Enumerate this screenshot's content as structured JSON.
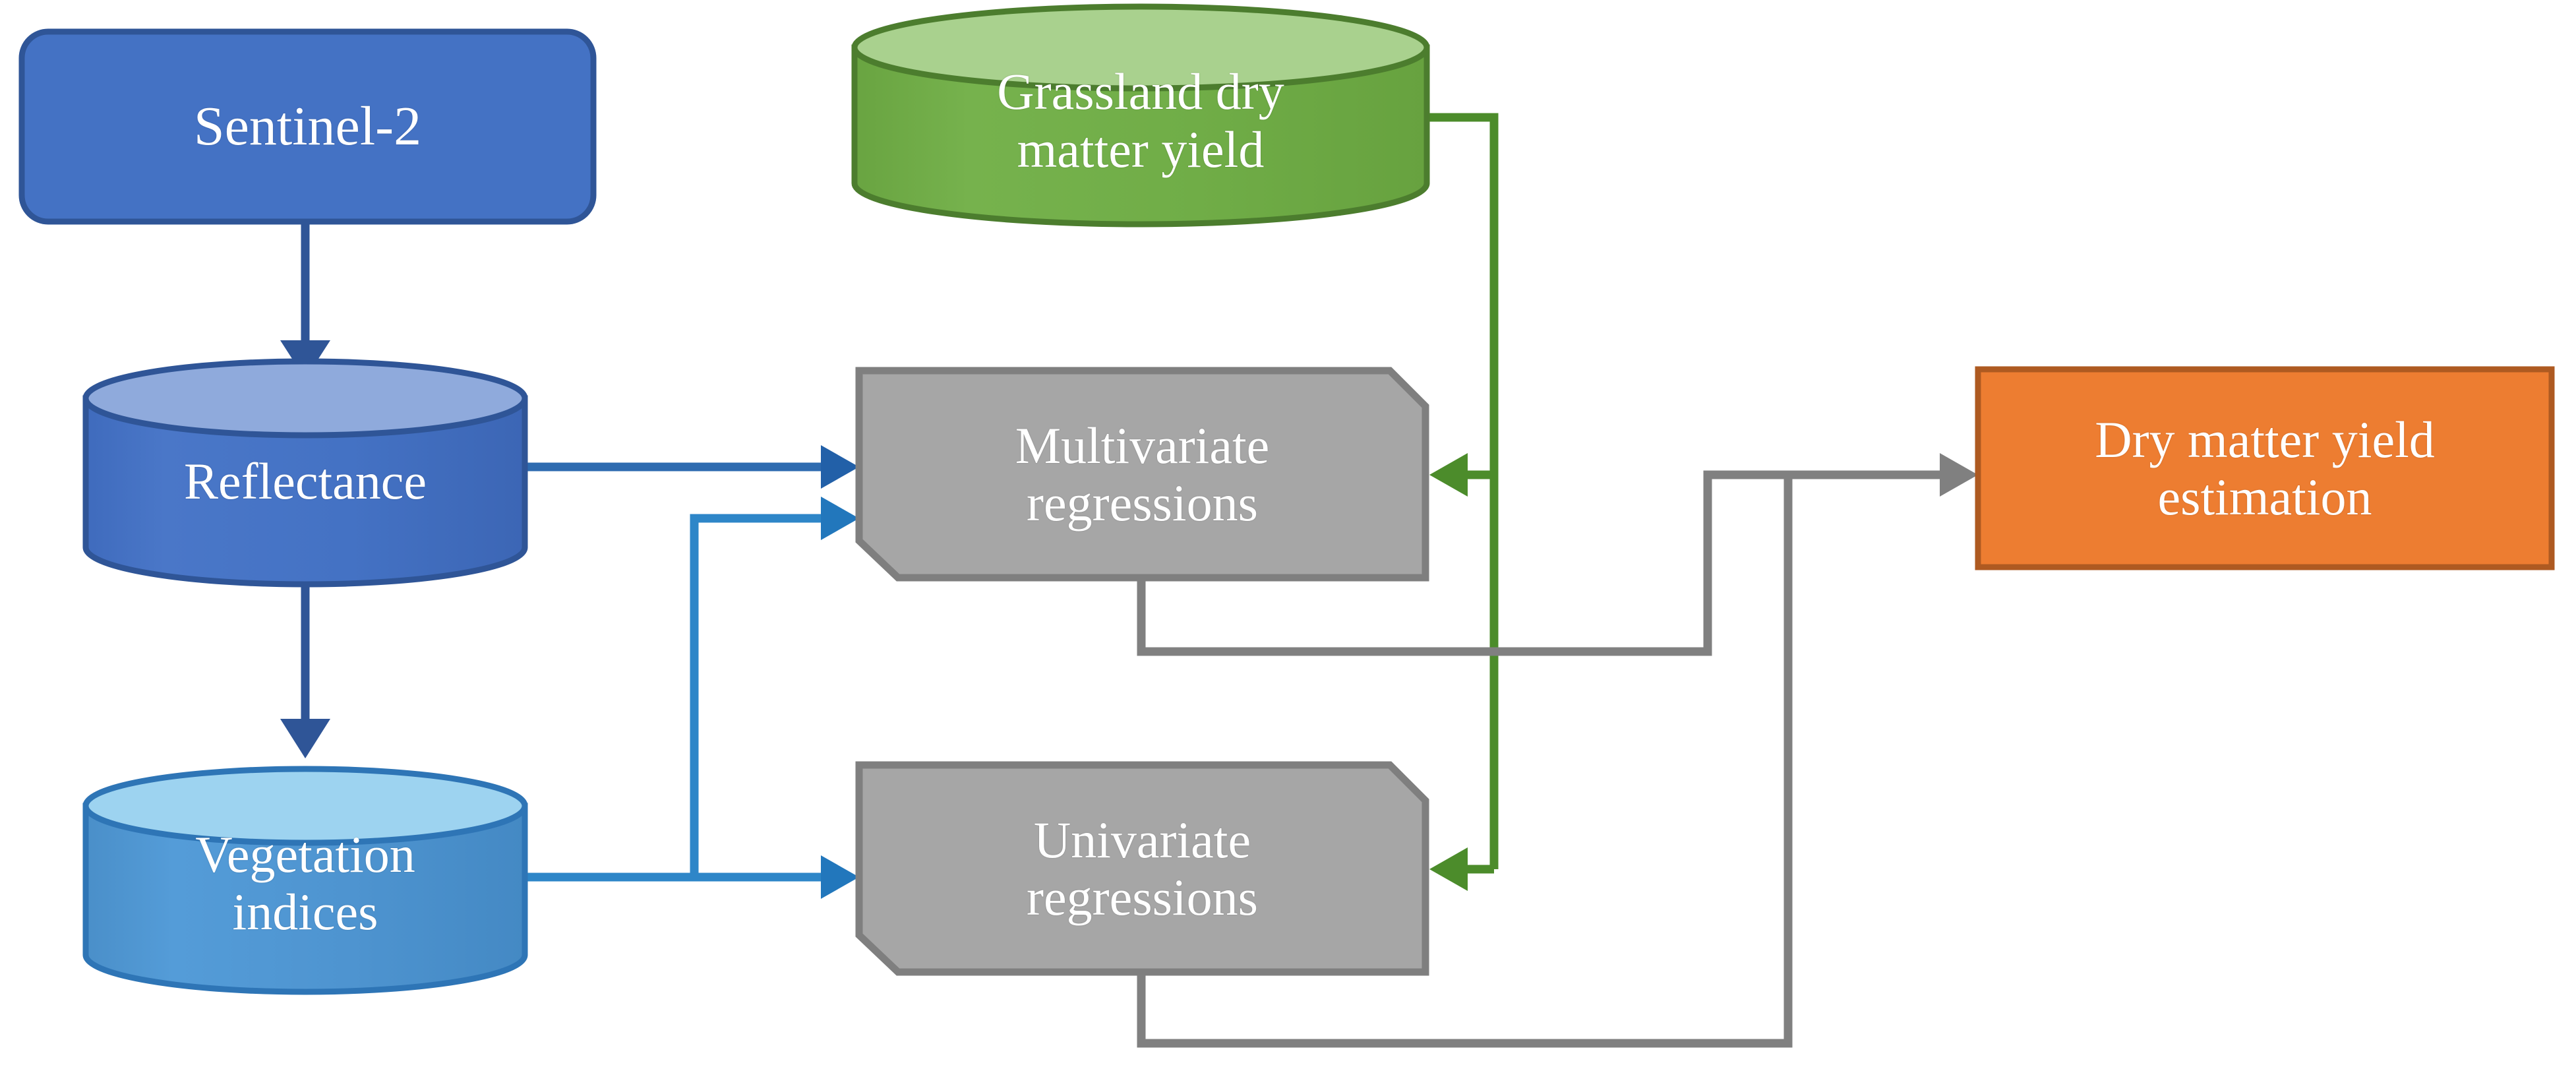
{
  "diagram": {
    "title": "Grassland dry matter yield estimation workflow",
    "background": "#ffffff",
    "nodes": {
      "sentinel": {
        "label": "Sentinel-2",
        "shape": "rounded-rectangle",
        "fill": "#4472C4",
        "stroke": "#2F5597",
        "text_color": "#ffffff",
        "font_size": 84
      },
      "reflectance": {
        "label": "Reflectance",
        "shape": "cylinder",
        "fill": "#4472C4",
        "top_fill": "#8FAADC",
        "stroke": "#2F5597",
        "text_color": "#ffffff",
        "font_size": 78
      },
      "vegetation_indices": {
        "label": "Vegetation\nindices",
        "shape": "cylinder",
        "fill": "#4E94D0",
        "top_fill": "#9DD3F0",
        "stroke": "#2E75B6",
        "text_color": "#ffffff",
        "font_size": 78
      },
      "grassland_yield": {
        "label": "Grassland dry\nmatter yield",
        "shape": "cylinder",
        "fill": "#70AD47",
        "top_fill": "#A9D18E",
        "stroke": "#4C7D2E",
        "text_color": "#ffffff",
        "font_size": 78
      },
      "multivariate": {
        "label": "Multivariate\nregressions",
        "shape": "cut-corner-octagon",
        "fill": "#A6A6A6",
        "stroke": "#7F7F7F",
        "text_color": "#ffffff",
        "font_size": 78
      },
      "univariate": {
        "label": "Univariate\nregressions",
        "shape": "cut-corner-octagon",
        "fill": "#A6A6A6",
        "stroke": "#7F7F7F",
        "text_color": "#ffffff",
        "font_size": 78
      },
      "estimation": {
        "label": "Dry matter yield\nestimation",
        "shape": "rectangle",
        "fill": "#ED7D31",
        "stroke": "#AE5A21",
        "text_color": "#ffffff",
        "font_size": 78
      }
    },
    "edges": [
      {
        "id": "sentinel-to-reflectance",
        "from": "sentinel",
        "to": "reflectance",
        "color": "#2F5597",
        "arrow": "down"
      },
      {
        "id": "reflectance-to-vegetation",
        "from": "reflectance",
        "to": "vegetation_indices",
        "color": "#2F5597",
        "arrow": "down"
      },
      {
        "id": "reflectance-to-multivariate",
        "from": "reflectance",
        "to": "multivariate",
        "color": "#2E6BB0",
        "arrow": "right"
      },
      {
        "id": "vegetation-to-univariate",
        "from": "vegetation_indices",
        "to": "univariate",
        "color": "#2E86C8",
        "arrow": "right"
      },
      {
        "id": "vegetation-to-multivariate",
        "from": "vegetation_indices",
        "to": "multivariate",
        "color": "#2E86C8",
        "arrow": "right"
      },
      {
        "id": "grassland-to-multivariate",
        "from": "grassland_yield",
        "to": "multivariate",
        "color": "#4C8C2B",
        "arrow": "left"
      },
      {
        "id": "grassland-to-univariate",
        "from": "grassland_yield",
        "to": "univariate",
        "color": "#4C8C2B",
        "arrow": "left"
      },
      {
        "id": "multivariate-to-estimation",
        "from": "multivariate",
        "to": "estimation",
        "color": "#808080",
        "arrow": "right"
      },
      {
        "id": "univariate-to-estimation",
        "from": "univariate",
        "to": "estimation",
        "color": "#808080",
        "arrow": "right"
      }
    ]
  }
}
